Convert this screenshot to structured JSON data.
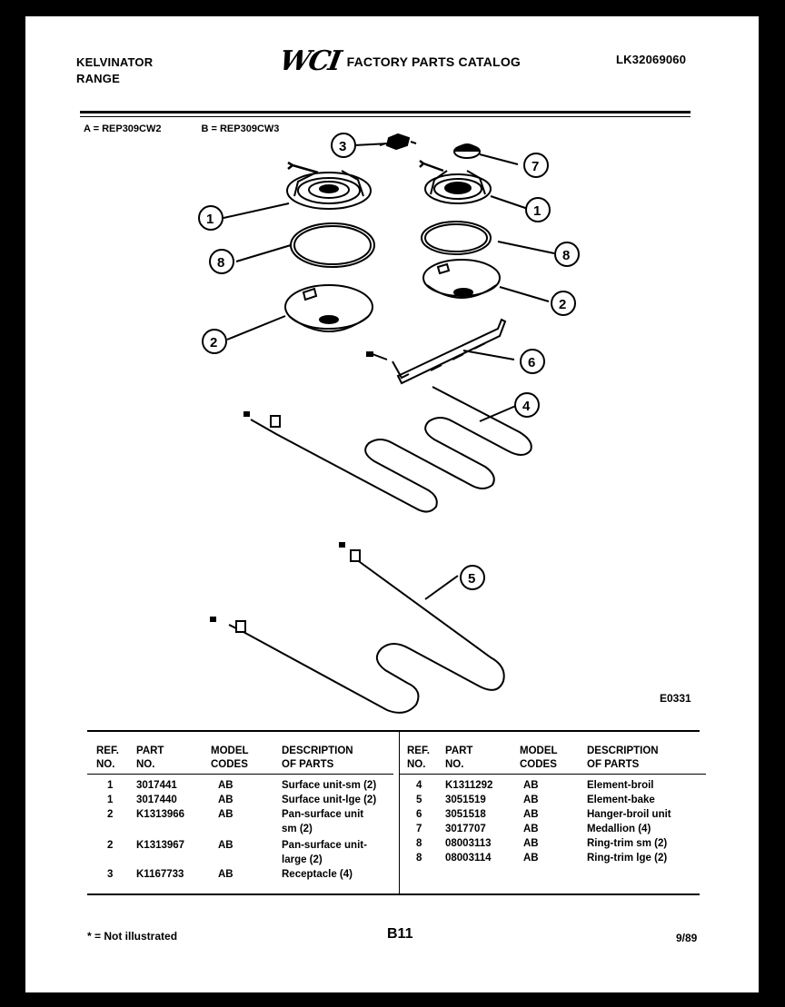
{
  "header": {
    "brand_line1": "KELVINATOR",
    "brand_line2": "RANGE",
    "logo": "WCI",
    "catalog_title": "FACTORY PARTS CATALOG",
    "catalog_number": "LK32069060"
  },
  "models": {
    "a": "A = REP309CW2",
    "b": "B = REP309CW3"
  },
  "callouts": [
    "1",
    "1",
    "2",
    "2",
    "3",
    "4",
    "5",
    "6",
    "7",
    "8",
    "8"
  ],
  "figure_code": "E0331",
  "table": {
    "headers": {
      "ref_1": "REF.",
      "ref_2": "NO.",
      "part_1": "PART",
      "part_2": "NO.",
      "model_1": "MODEL",
      "model_2": "CODES",
      "desc_1": "DESCRIPTION",
      "desc_2": "OF PARTS"
    },
    "left": [
      {
        "ref": "1",
        "part": "3017441",
        "codes": "AB",
        "desc": "Surface unit-sm (2)"
      },
      {
        "ref": "1",
        "part": "3017440",
        "codes": "AB",
        "desc": "Surface unit-lge (2)"
      },
      {
        "ref": "2",
        "part": "K1313966",
        "codes": "AB",
        "desc": "Pan-surface unit",
        "desc2": "sm (2)"
      },
      {
        "ref": "2",
        "part": "K1313967",
        "codes": "AB",
        "desc": "Pan-surface unit-",
        "desc2": "large (2)"
      },
      {
        "ref": "3",
        "part": "K1167733",
        "codes": "AB",
        "desc": "Receptacle (4)"
      }
    ],
    "right": [
      {
        "ref": "4",
        "part": "K1311292",
        "codes": "AB",
        "desc": "Element-broil"
      },
      {
        "ref": "5",
        "part": "3051519",
        "codes": "AB",
        "desc": "Element-bake"
      },
      {
        "ref": "6",
        "part": "3051518",
        "codes": "AB",
        "desc": "Hanger-broil unit"
      },
      {
        "ref": "7",
        "part": "3017707",
        "codes": "AB",
        "desc": "Medallion (4)"
      },
      {
        "ref": "8",
        "part": "08003113",
        "codes": "AB",
        "desc": "Ring-trim sm (2)"
      },
      {
        "ref": "8",
        "part": "08003114",
        "codes": "AB",
        "desc": "Ring-trim lge (2)"
      }
    ]
  },
  "footer": {
    "note": "* = Not illustrated",
    "page": "B11",
    "date": "9/89"
  }
}
